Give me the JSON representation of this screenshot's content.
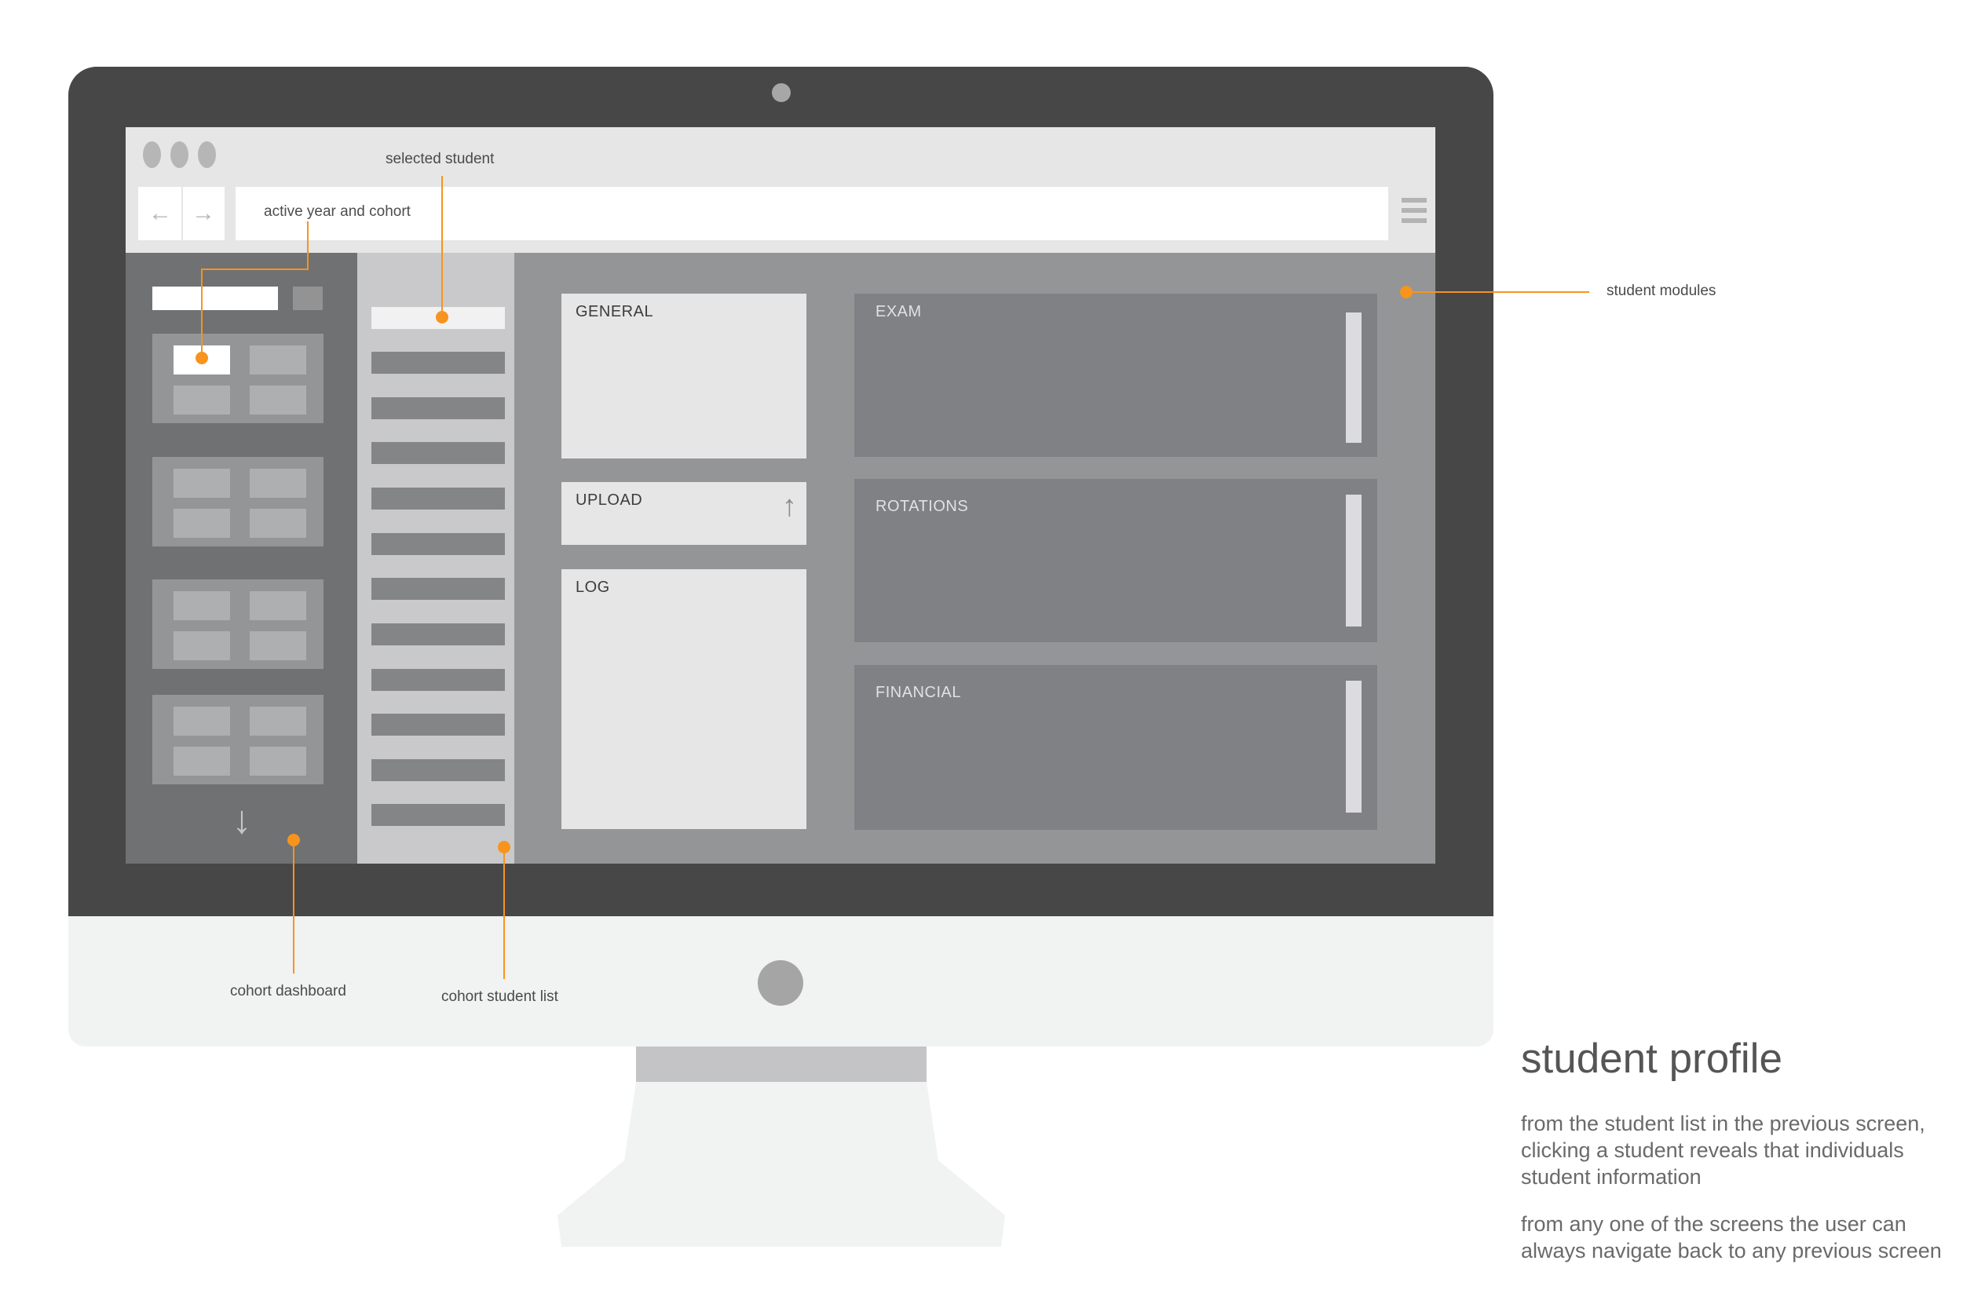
{
  "browser": {
    "back_icon": "arrow-left-icon",
    "forward_icon": "arrow-right-icon",
    "address_text": "active year and cohort",
    "menu_icon": "hamburger-menu-icon"
  },
  "dashboard": {
    "scroll_icon": "arrow-down-icon"
  },
  "modules": {
    "general": "GENERAL",
    "upload": "UPLOAD",
    "upload_icon": "arrow-up-icon",
    "log": "LOG",
    "exam": "EXAM",
    "rotations": "ROTATIONS",
    "financial": "FINANCIAL"
  },
  "annotations": {
    "selected_student": "selected student",
    "student_modules": "student modules",
    "cohort_dashboard": "cohort dashboard",
    "cohort_student_list": "cohort student list"
  },
  "description": {
    "title": "student profile",
    "paragraph1": "from the student list in the previous screen, clicking a student reveals that individuals student information",
    "paragraph2": "from any one of the screens the user can always navigate back to any previous screen"
  },
  "colors": {
    "accent": "#f7941d",
    "bezel": "#474747",
    "screen_bg": "#949597"
  }
}
